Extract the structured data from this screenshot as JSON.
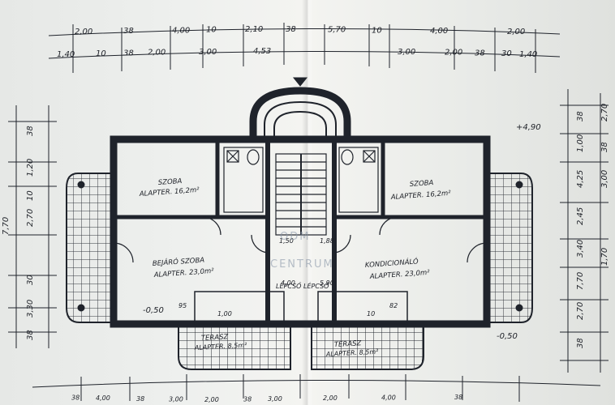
{
  "dimensions": {
    "top_row_1": [
      "2,00",
      "38",
      "4,00",
      "10",
      "2,10",
      "38",
      "5,70",
      "10",
      "4,00",
      "2,00"
    ],
    "top_row_2": [
      "1,40",
      "10",
      "38",
      "2,00",
      "3,00",
      "4,53",
      "3,00",
      "2,00",
      "38",
      "30",
      "1,40"
    ],
    "left_col": [
      "38",
      "1,20",
      "10",
      "2,70",
      "7,70",
      "30",
      "3,30",
      "38"
    ],
    "right_col": [
      "38",
      "2,70",
      "1,00",
      "38",
      "4,25",
      "3,00",
      "2,45",
      "3,40",
      "1,70",
      "7,70",
      "2,70",
      "38"
    ],
    "bottom_row": [
      "38",
      "4,00",
      "38",
      "3,00",
      "2,00",
      "38",
      "3,00",
      "2,00",
      "4,00",
      "38"
    ],
    "interior": [
      "95",
      "82",
      "1,50",
      "1,88",
      "4,00",
      "5,90",
      "1,00",
      "10"
    ]
  },
  "levels": {
    "right_upper": "+4,90",
    "right_lower": "-0,50",
    "left_lower": "-0,50"
  },
  "rooms": {
    "left_top": {
      "name": "SZOBA",
      "area": "ALAPTER. 16,2m²"
    },
    "right_top": {
      "name": "SZOBA",
      "area": "ALAPTER. 16,2m²"
    },
    "left_bottom": {
      "name": "BEJÁRÓ SZOBA",
      "area": "ALAPTER. 23,0m²"
    },
    "right_bottom": {
      "name": "KONDICIONÁLÓ",
      "area": "ALAPTER. 23,0m²"
    },
    "left_porch": {
      "name": "TERASZ",
      "area": "ALAPTER. 8,5m²"
    },
    "right_porch": {
      "name": "TERASZ",
      "area": "ALAPTER. 8,5m²"
    },
    "stair_left": "LÉPCSŐ",
    "stair_right": "LÉPCSŐ"
  },
  "watermark": {
    "line1": "ODM",
    "line2": "CENTRUM"
  },
  "colors": {
    "ink": "#1f232b",
    "paper": "#eef0ee",
    "watermark": "#8a97a8"
  }
}
